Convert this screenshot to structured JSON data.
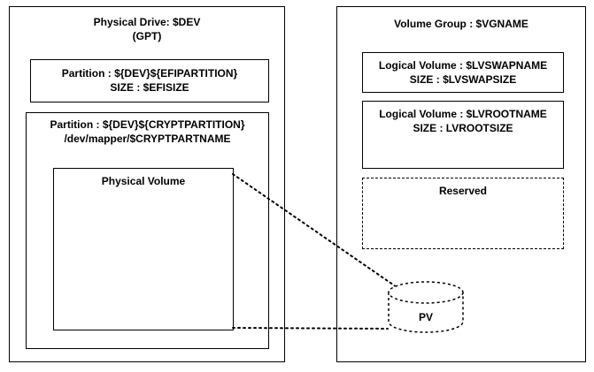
{
  "physical_drive": {
    "title": "Physical Drive: $DEV",
    "subtitle": "(GPT)",
    "efi_partition": {
      "line1": "Partition : ${DEV}${EFIPARTITION}",
      "line2": "SIZE : $EFISIZE"
    },
    "crypt_partition": {
      "line1": "Partition : ${DEV}${CRYPTPARTITION}",
      "line2": "/dev/mapper/$CRYPTPARTNAME",
      "physical_volume": "Physical Volume"
    }
  },
  "volume_group": {
    "title": "Volume Group : $VGNAME",
    "lv_swap": {
      "line1": "Logical Volume : $LVSWAPNAME",
      "line2": "SIZE : $LVSWAPSIZE"
    },
    "lv_root": {
      "line1": "Logical Volume : $LVROOTNAME",
      "line2": "SIZE : LVROOTSIZE"
    },
    "reserved": "Reserved",
    "pv": "PV"
  },
  "colors": {
    "stroke": "#000000",
    "background": "#ffffff"
  }
}
